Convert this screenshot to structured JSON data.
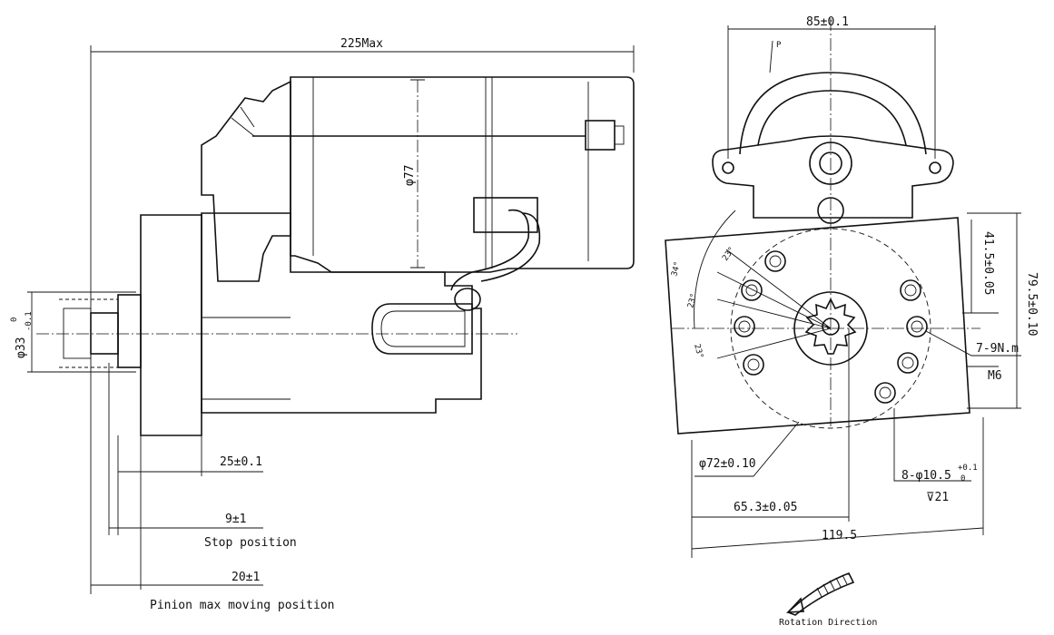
{
  "side_view": {
    "overall_length": "225Max",
    "body_diameter": "φ77",
    "pinion_diameter": "φ33",
    "pinion_diameter_tol": "-0.1",
    "pinion_diameter_tol_upper": "0",
    "flange_offset": "25±0.1",
    "stop_offset": "9±1",
    "stop_label": "Stop position",
    "max_offset": "20±1",
    "max_label": "Pinion  max  moving  position"
  },
  "front_view": {
    "top_width": "85±0.1",
    "p_label": "P",
    "ang_34": "34°",
    "ang_23a": "23°",
    "ang_23b": "23°",
    "ang_23c": "23°",
    "dim_41_5": "41.5±0.05",
    "dim_79_5": "79.5±0.10",
    "torque": "7-9N.m",
    "bolt": "M6",
    "bolt_circle": "φ72±0.10",
    "holes": "8-φ10.5",
    "holes_tol_upper": "+0.1",
    "holes_tol_lower": "0",
    "hole_depth": "⊽21",
    "dim_65_3": "65.3±0.05",
    "dim_119_5": "119.5",
    "rotation_label": "Rotation Direction"
  }
}
